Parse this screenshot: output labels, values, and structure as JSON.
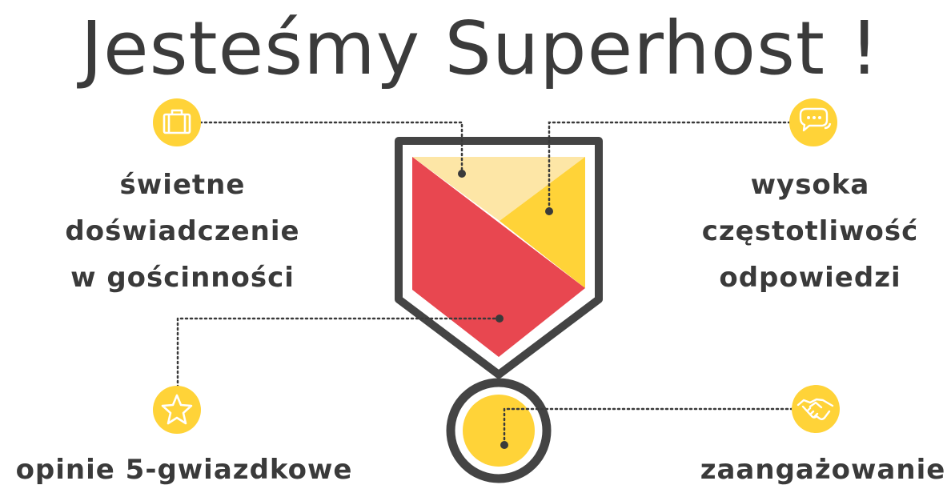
{
  "title": "Jesteśmy Superhost !",
  "features": {
    "top_left": {
      "icon": "suitcase-icon",
      "lines": [
        "świetne",
        "doświadczenie",
        "w gościnności"
      ]
    },
    "top_right": {
      "icon": "chat-bubbles-icon",
      "lines": [
        "wysoka",
        "częstotliwość",
        "odpowiedzi"
      ]
    },
    "bottom_left": {
      "icon": "star-icon",
      "lines": [
        "opinie 5-gwiazdkowe"
      ]
    },
    "bottom_right": {
      "icon": "handshake-icon",
      "lines": [
        "zaangażowanie"
      ]
    }
  },
  "colors": {
    "yellow": "#ffd338",
    "light_yellow": "#fde6a6",
    "red": "#e84750",
    "dark": "#444444"
  }
}
